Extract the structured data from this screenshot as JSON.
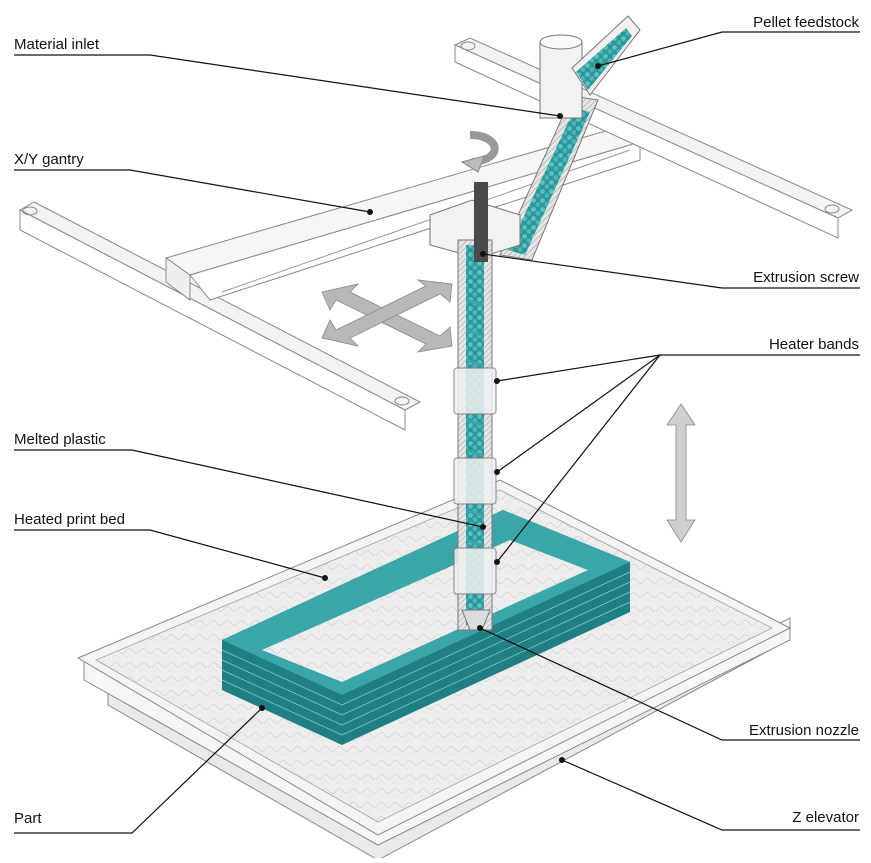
{
  "labels": {
    "material_inlet": "Material inlet",
    "xy_gantry": "X/Y gantry",
    "melted_plastic": "Melted plastic",
    "heated_print_bed": "Heated print bed",
    "part": "Part",
    "pellet_feedstock": "Pellet feedstock",
    "extrusion_screw": "Extrusion screw",
    "heater_bands": "Heater bands",
    "extrusion_nozzle": "Extrusion nozzle",
    "z_elevator": "Z elevator"
  },
  "colors": {
    "plastic": "#3aa6a8",
    "plastic_dark": "#1f7f82",
    "bed": "#ececec",
    "frame": "#f4f4f4",
    "outline": "#8a8a8a",
    "arrow": "#b5b5b5",
    "screw": "#4a4a4a"
  }
}
